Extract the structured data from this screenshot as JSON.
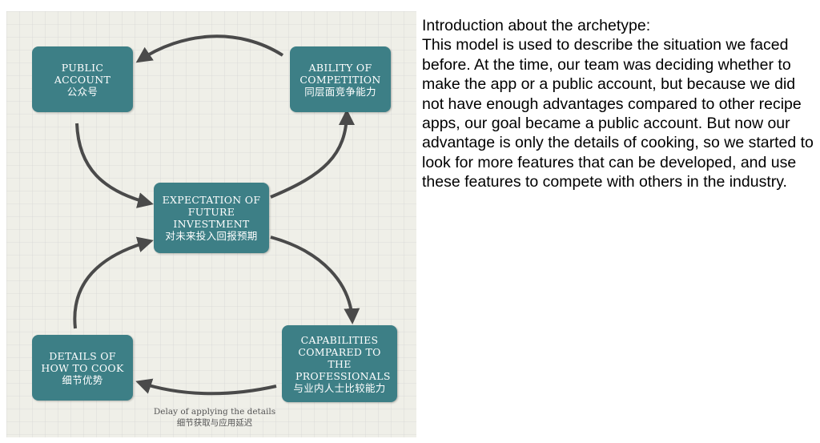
{
  "colors": {
    "node_fill": "#3d7f86",
    "arrow": "#4a4a4a",
    "grid_line": "#d6d6d6",
    "background": "#efefe8"
  },
  "nodes": {
    "public_account": {
      "en": "PUBLIC ACCOUNT",
      "zh": "公众号"
    },
    "ability_of_competition": {
      "en": "ABILITY OF COMPETITION",
      "zh": "同层面竞争能力"
    },
    "expectation_of_future_investment": {
      "en": "EXPECTATION OF FUTURE INVESTMENT",
      "zh": "对未来投入回报预期"
    },
    "details_of_how_to_cook": {
      "en": "DETAILS OF HOW TO COOK",
      "zh": "细节优势"
    },
    "capabilities_compared": {
      "en": "CAPABILITIES COMPARED TO THE PROFESSIONALS",
      "zh": "与业内人士比较能力"
    }
  },
  "delay_label": {
    "en": "Delay of applying the details",
    "zh": "细节获取与应用延迟"
  },
  "intro": {
    "title": "Introduction about the archetype:",
    "body": "This model is used to describe the situation we faced before. At the time, our team was deciding whether to make the app or a public account, but because we did not have enough advantages compared to other recipe apps, our goal became a public account. But now our advantage is only the details of cooking, so we started to look for more features that can be developed, and use these features to compete with others in the industry."
  }
}
